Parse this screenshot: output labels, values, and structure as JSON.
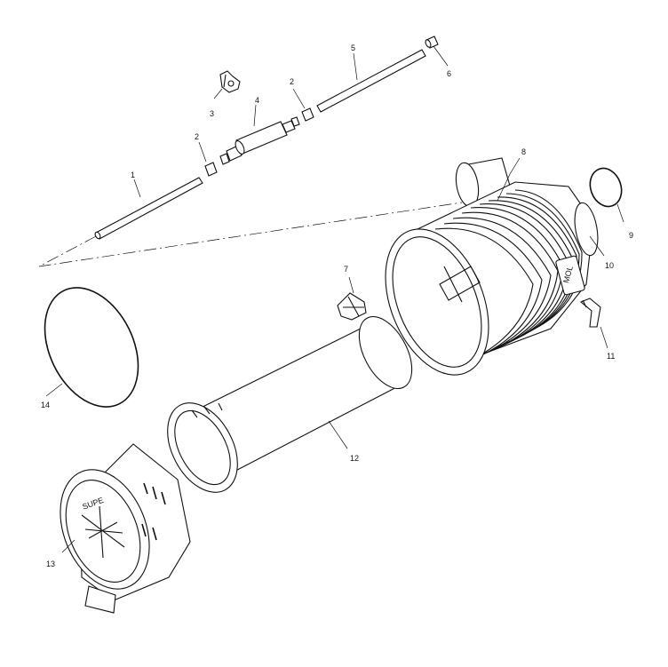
{
  "callouts": [
    "1",
    "2",
    "3",
    "4",
    "2",
    "5",
    "6",
    "8",
    "9",
    "10",
    "7",
    "11",
    "12",
    "13",
    "14"
  ],
  "part_marks": {
    "cover_mark": "SUPE",
    "indicator_mark": "MOL"
  }
}
